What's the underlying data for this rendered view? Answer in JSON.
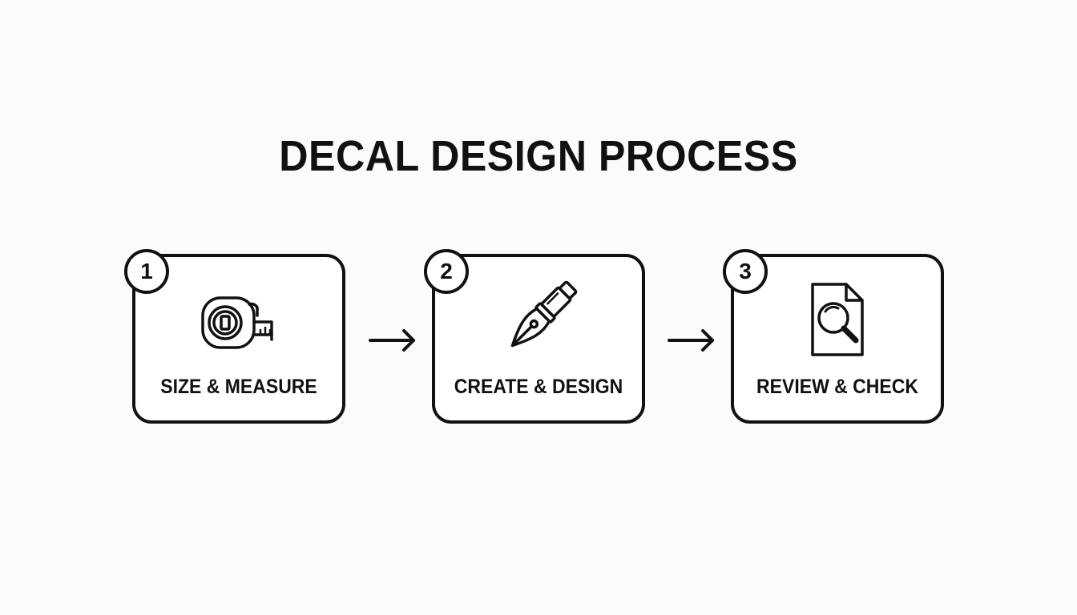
{
  "title": "DECAL DESIGN PROCESS",
  "steps": [
    {
      "number": "1",
      "label": "SIZE & MEASURE",
      "icon": "tape-measure-icon"
    },
    {
      "number": "2",
      "label": "CREATE & DESIGN",
      "icon": "pen-nib-icon"
    },
    {
      "number": "3",
      "label": "REVIEW & CHECK",
      "icon": "document-magnifier-icon"
    }
  ],
  "colors": {
    "ink": "#111111",
    "background": "#fbfbfb"
  }
}
